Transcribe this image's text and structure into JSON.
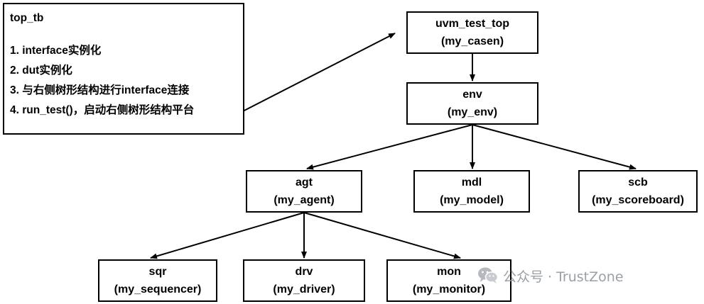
{
  "top_tb": {
    "title": "top_tb",
    "items": [
      "1. interface实例化",
      "2. dut实例化",
      "3. 与右侧树形结构进行interface连接",
      "4. run_test()，启动右侧树形结构平台"
    ]
  },
  "nodes": {
    "uvm_test_top": {
      "name": "uvm_test_top",
      "type": "(my_casen)"
    },
    "env": {
      "name": "env",
      "type": "(my_env)"
    },
    "agt": {
      "name": "agt",
      "type": "(my_agent)"
    },
    "mdl": {
      "name": "mdl",
      "type": "(my_model)"
    },
    "scb": {
      "name": "scb",
      "type": "(my_scoreboard)"
    },
    "sqr": {
      "name": "sqr",
      "type": "(my_sequencer)"
    },
    "drv": {
      "name": "drv",
      "type": "(my_driver)"
    },
    "mon": {
      "name": "mon",
      "type": "(my_monitor)"
    }
  },
  "watermark": {
    "text": "公众号 · TrustZone",
    "icon": "wechat-icon"
  }
}
